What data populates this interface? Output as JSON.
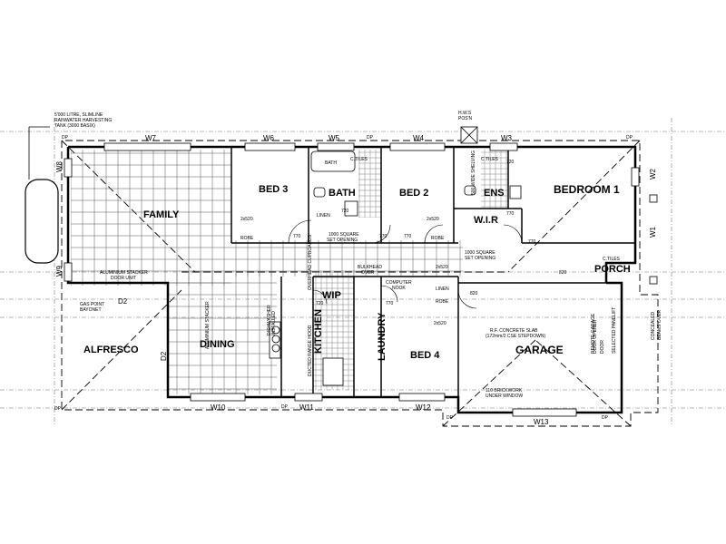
{
  "labels": {
    "tank_line1": "5'000 LITRE, SLIMLINE",
    "tank_line2": "RAINWATER HARVESTING",
    "tank_line3": "TANK (3000 BASIX)",
    "hws_line1": "H.W.S",
    "hws_line2": "POS'N",
    "family": "FAMILY",
    "bed3": "BED 3",
    "bath": "BATH",
    "bath_tub": "BATH",
    "bed2": "BED 2",
    "ens": "ENS",
    "bedroom1": "BEDROOM 1",
    "wir": "W.I.R",
    "porch": "PORCH",
    "wip": "WIP",
    "alfresco": "ALFRESCO",
    "dining": "DINING",
    "kitchen": "KITCHEN",
    "laundry": "LAUNDRY",
    "bed4": "BED 4",
    "garage": "GARAGE",
    "linen": "LINEN",
    "linen2": "LINEN",
    "robe": "ROBE",
    "robe2": "ROBE",
    "robe3": "ROBE",
    "dim_2x520": "2x520",
    "dim_770": "770",
    "dim_720": "720",
    "dim_820": "820",
    "open1_line1": "1000 SQUARE",
    "open1_line2": "SET OPENING",
    "open2_line1": "1000 SQUARE",
    "open2_line2": "SET OPENING",
    "bulkhead_line1": "BULKHEAD",
    "bulkhead_line2": "OVER",
    "computer_line1": "COMPUTER",
    "computer_line2": "NOOK",
    "stacker1_line1": "ALUMINIUM STACKER",
    "stacker1_line2": "DOOR UNIT",
    "stacker2": "ALUMINIUM STACKER",
    "gas_line1": "GAS POINT",
    "gas_line2": "BAYONET",
    "slab_line1": "R.F. CONCRETE SLAB",
    "slab_line2": "(172mm/2 CSE STEPDOWN)",
    "brick_line1": "110 BRICKWORK",
    "brick_line2": "UNDER WINDOW",
    "remote_line1": "REMOTE GARAGE",
    "remote_line2": "DOOR OPENER",
    "panel_line1": "SELECTED PANELIFT",
    "panel_line2": "DOOR",
    "beams_line1": "CONCEALED",
    "beams_line2": "BEAMS OVER",
    "dishwasher_line1": "DISHWASHER",
    "dishwasher_line2": "INSTALLED",
    "overhead": "OVERHEAD CUPBOARDS",
    "ducted": "DUCTED RANGE HOOD",
    "ctiles": "C.TILES",
    "shelving": "500 WIDE SHELVING",
    "dp": "DP"
  },
  "windows": {
    "w1": "W1",
    "w2": "W2",
    "w3": "W3",
    "w4": "W4",
    "w5": "W5",
    "w6": "W6",
    "w7": "W7",
    "w8": "W8",
    "w9": "W9",
    "w10": "W10",
    "w11": "W11",
    "w12": "W12",
    "w13": "W13",
    "d2a": "D2",
    "d2b": "D2"
  }
}
